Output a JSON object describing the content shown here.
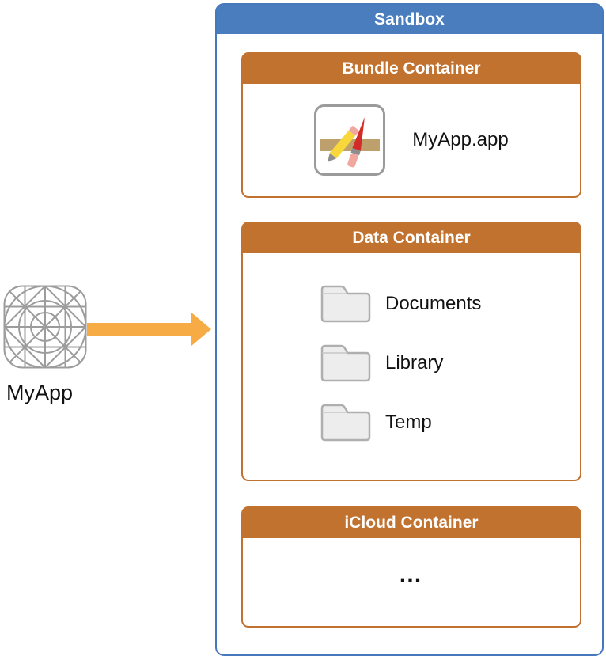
{
  "colors": {
    "sandbox_blue": "#4A7DBE",
    "container_orange": "#C1722F",
    "arrow_orange": "#F6AB44",
    "wireframe_gray": "#9C9C9C"
  },
  "source_app": {
    "label": "MyApp",
    "icon": "app-icon-grid-wireframe"
  },
  "arrow": {
    "icon": "right-arrow",
    "direction": "right"
  },
  "sandbox": {
    "title": "Sandbox",
    "bundle_container": {
      "title": "Bundle Container",
      "item": {
        "icon": "xcode-app-icon",
        "label": "MyApp.app"
      }
    },
    "data_container": {
      "title": "Data Container",
      "folders": [
        {
          "icon": "folder-icon",
          "label": "Documents"
        },
        {
          "icon": "folder-icon",
          "label": "Library"
        },
        {
          "icon": "folder-icon",
          "label": "Temp"
        }
      ]
    },
    "icloud_container": {
      "title": "iCloud Container",
      "placeholder": "…"
    }
  }
}
